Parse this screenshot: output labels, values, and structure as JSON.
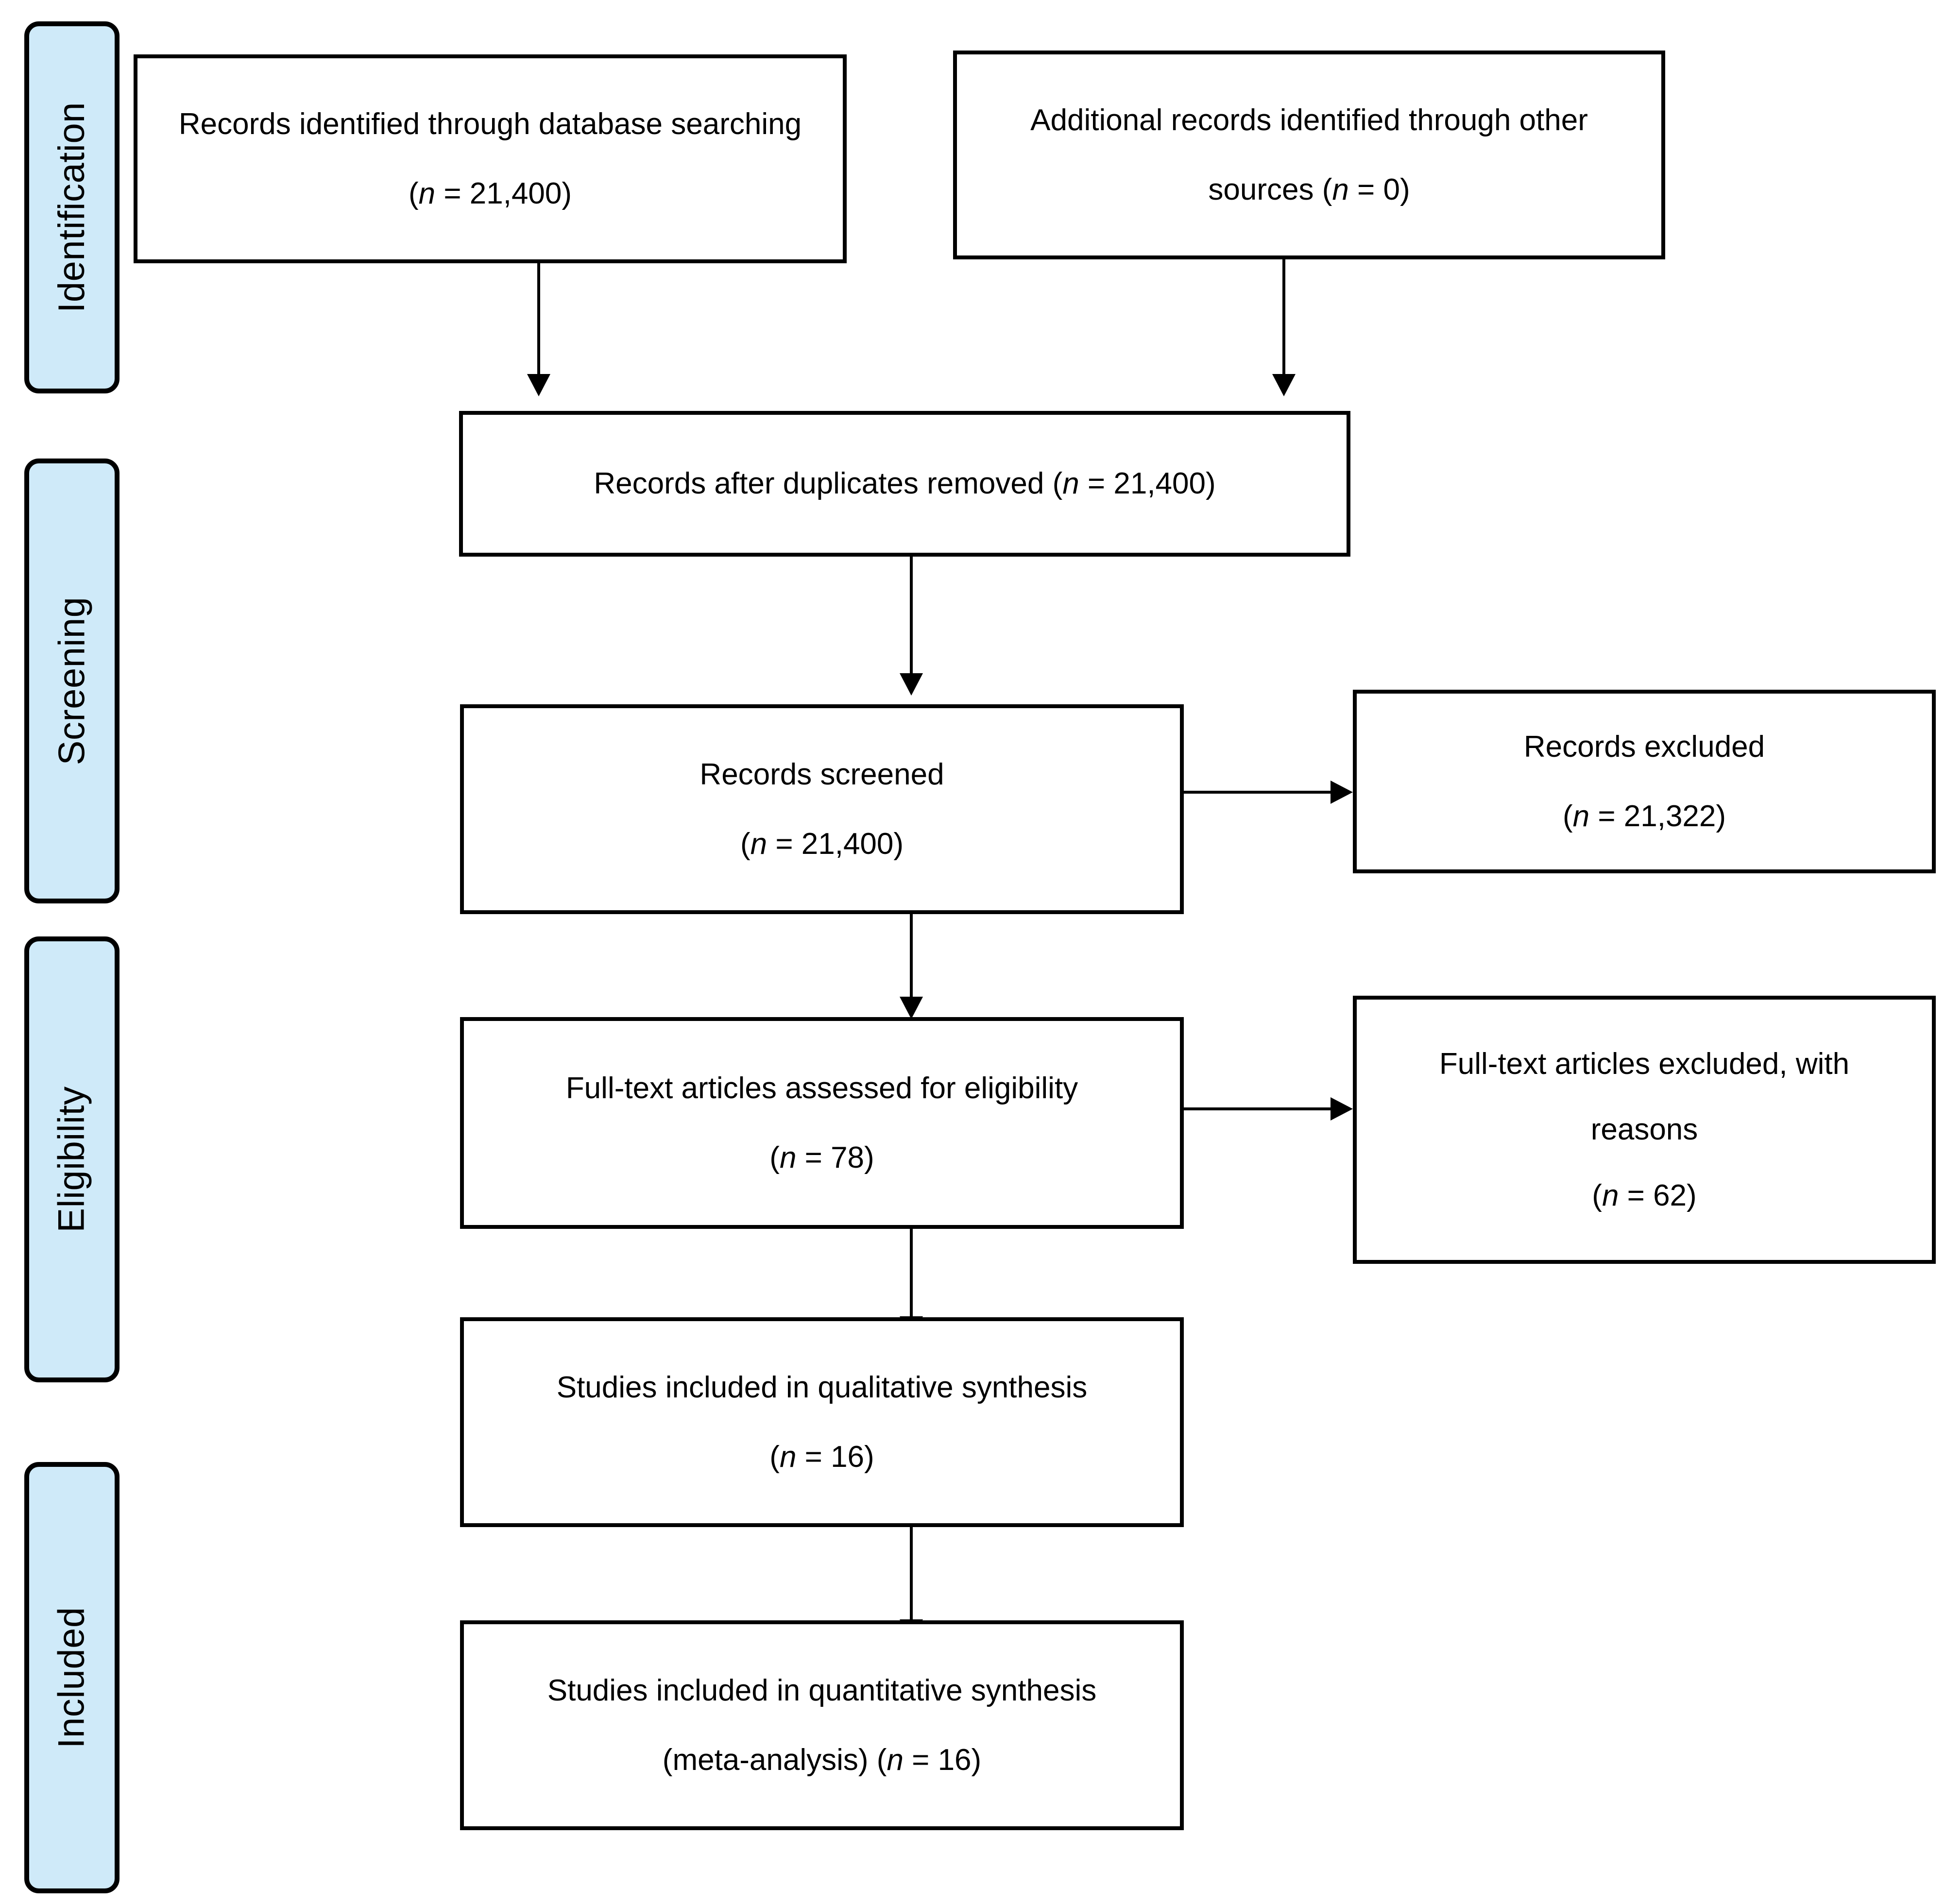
{
  "diagram": {
    "type": "prisma-flow-diagram",
    "title": "PRISMA flow diagram",
    "colors": {
      "stage_label_fill": "#cfeaf9",
      "stage_label_border": "#000000",
      "box_border": "#000000",
      "box_fill": "#ffffff",
      "connector": "#000000",
      "text": "#000000"
    }
  },
  "stages": [
    {
      "id": "identification",
      "label": "Identification"
    },
    {
      "id": "screening",
      "label": "Screening"
    },
    {
      "id": "eligibility",
      "label": "Eligibility"
    },
    {
      "id": "included",
      "label": "Included"
    }
  ],
  "boxes": {
    "records_identified": {
      "line1": "Records identified through database searching",
      "line2_prefix": "(",
      "line2_n": "n",
      "line2_suffix": " = 21,400)",
      "count": 21400
    },
    "additional_records": {
      "line1": "Additional records identified through other",
      "line2_prefix": "sources (",
      "line2_n": "n",
      "line2_suffix": " = 0)",
      "count": 0
    },
    "after_duplicates": {
      "line1_prefix": "Records after duplicates removed (",
      "line1_n": "n",
      "line1_suffix": " = 21,400)",
      "count": 21400
    },
    "records_screened": {
      "line1": "Records screened",
      "line2_prefix": "(",
      "line2_n": "n",
      "line2_suffix": " = 21,400)",
      "count": 21400
    },
    "records_excluded": {
      "line1": "Records excluded",
      "line2_prefix": "(",
      "line2_n": "n",
      "line2_suffix": " = 21,322)",
      "count": 21322
    },
    "fulltext_assessed": {
      "line1": "Full-text articles assessed for eligibility",
      "line2_prefix": "(",
      "line2_n": "n",
      "line2_suffix": " = 78)",
      "count": 78
    },
    "fulltext_excluded": {
      "line1": "Full-text articles excluded, with",
      "line2": "reasons",
      "line3_prefix": "(",
      "line3_n": "n",
      "line3_suffix": " = 62)",
      "count": 62
    },
    "qualitative_synthesis": {
      "line1": "Studies included in qualitative synthesis",
      "line2_prefix": "(",
      "line2_n": "n",
      "line2_suffix": " = 16)",
      "count": 16
    },
    "quantitative_synthesis": {
      "line1": "Studies included in quantitative synthesis",
      "line2_prefix": "(meta-analysis) (",
      "line2_n": "n",
      "line2_suffix": " = 16)",
      "count": 16
    }
  },
  "flow": [
    {
      "from": "records_identified",
      "to": "after_duplicates"
    },
    {
      "from": "additional_records",
      "to": "after_duplicates"
    },
    {
      "from": "after_duplicates",
      "to": "records_screened"
    },
    {
      "from": "records_screened",
      "to": "records_excluded"
    },
    {
      "from": "records_screened",
      "to": "fulltext_assessed"
    },
    {
      "from": "fulltext_assessed",
      "to": "fulltext_excluded"
    },
    {
      "from": "fulltext_assessed",
      "to": "qualitative_synthesis"
    },
    {
      "from": "qualitative_synthesis",
      "to": "quantitative_synthesis"
    }
  ]
}
